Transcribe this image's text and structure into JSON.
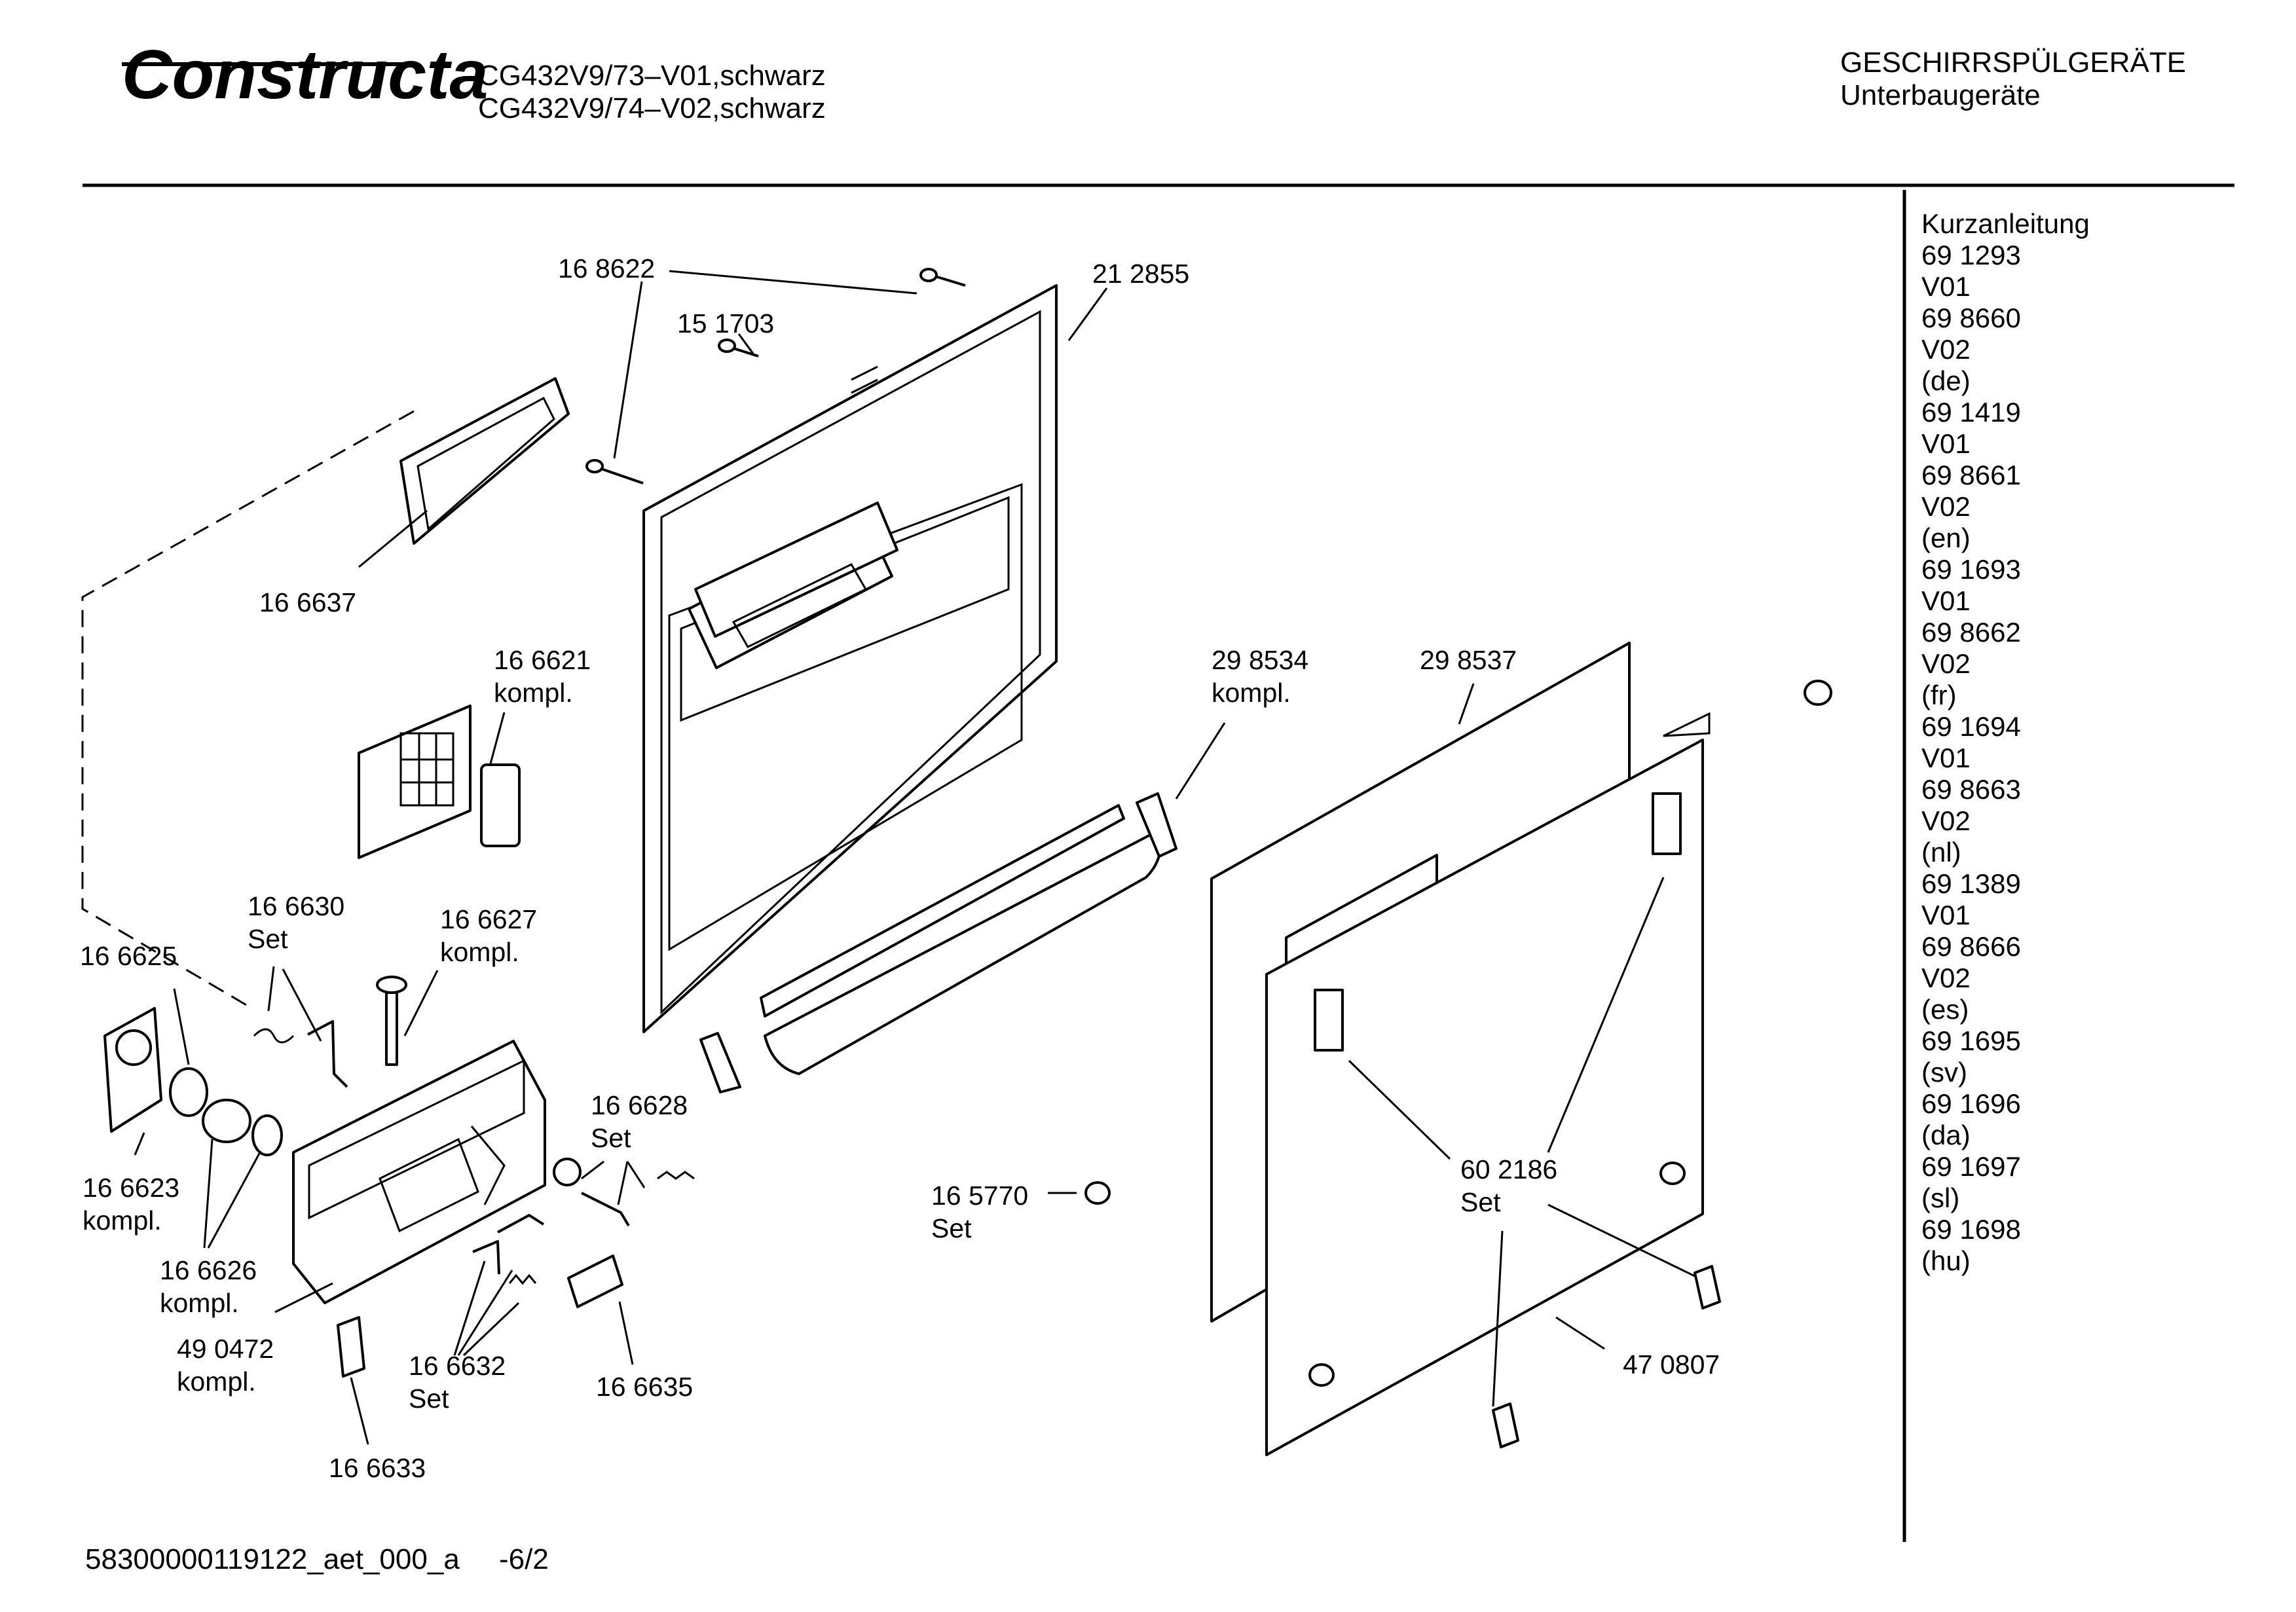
{
  "header": {
    "brand": "Constructa",
    "model_lines": [
      "CG432V9/73–V01,schwarz",
      "CG432V9/74–V02,schwarz"
    ],
    "category_lines": [
      "GESCHIRRSPÜLGERÄTE",
      "Unterbaugeräte"
    ]
  },
  "sidebar": {
    "items": [
      "Kurzanleitung",
      "69 1293",
      "V01",
      "69 8660",
      "V02",
      "(de)",
      "69 1419",
      "V01",
      "69 8661",
      "V02",
      "(en)",
      "69 1693",
      "V01",
      "69 8662",
      "V02",
      "(fr)",
      "69 1694",
      "V01",
      "69 8663",
      "V02",
      "(nl)",
      "69 1389",
      "V01",
      "69 8666",
      "V02",
      "(es)",
      "69 1695",
      "(sv)",
      "69 1696",
      "(da)",
      "69 1697",
      "(sl)",
      "69 1698",
      "(hu)"
    ]
  },
  "parts": {
    "p168622": "16 8622",
    "p151703": "15 1703",
    "p212855": "21 2855",
    "p166637": "16 6637",
    "p166621": [
      "16 6621",
      "kompl."
    ],
    "p298534": [
      "29 8534",
      "kompl."
    ],
    "p298537": "29 8537",
    "p166630": [
      "16 6630",
      "Set"
    ],
    "p166627": [
      "16 6627",
      "kompl."
    ],
    "p166625": "16 6625",
    "p166628": [
      "16 6628",
      "Set"
    ],
    "p166623": [
      "16 6623",
      "kompl."
    ],
    "p165770": [
      "16 5770",
      "Set"
    ],
    "p602186": [
      "60 2186",
      "Set"
    ],
    "p166626": [
      "16 6626",
      "kompl."
    ],
    "p490472": [
      "49 0472",
      "kompl."
    ],
    "p166632": [
      "16 6632",
      "Set"
    ],
    "p166635": "16 6635",
    "p470807": "47 0807",
    "p166633": "16 6633"
  },
  "footer": {
    "doc_id": "58300000119122_aet_000_a",
    "page": "-6/2"
  }
}
